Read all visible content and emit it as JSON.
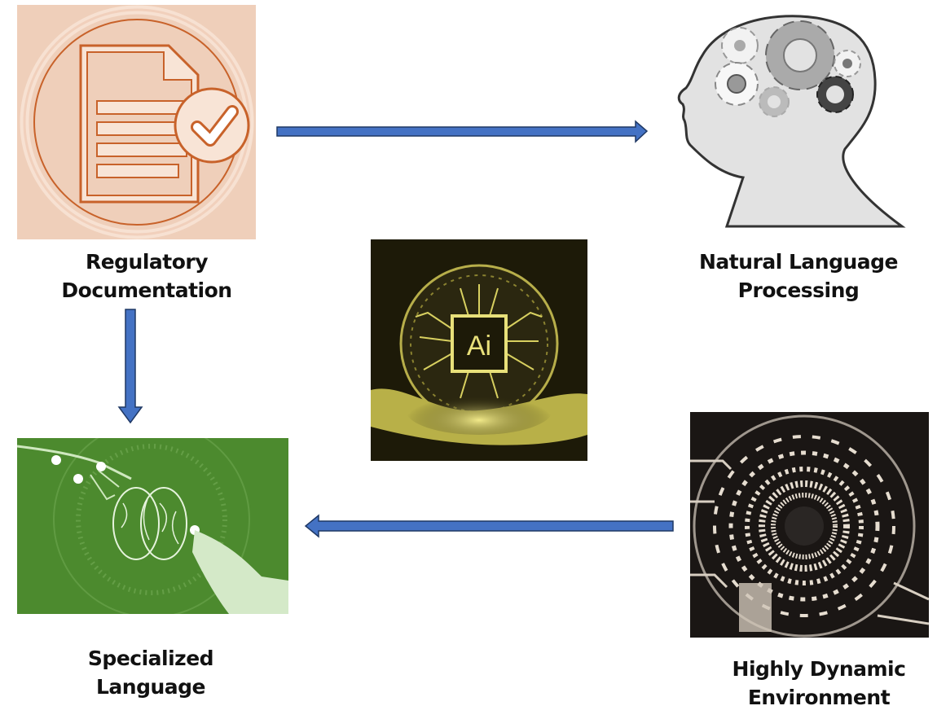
{
  "diagram": {
    "nodes": [
      {
        "id": "regulatory-documentation",
        "label_lines": [
          "Regulatory",
          "Documentation"
        ],
        "image": "document-checkmark-icon"
      },
      {
        "id": "natural-language-processing",
        "label_lines": [
          "Natural Language",
          "Processing"
        ],
        "image": "head-with-gears-icon"
      },
      {
        "id": "ai-center",
        "label_lines": [],
        "image": "ai-chip-hand-icon",
        "image_text": "Ai"
      },
      {
        "id": "specialized-language",
        "label_lines": [
          "Specialized",
          "Language"
        ],
        "image": "brain-touch-icon"
      },
      {
        "id": "highly-dynamic-environment",
        "label_lines": [
          "Highly Dynamic",
          "Environment"
        ],
        "image": "circuit-tunnel-icon"
      }
    ],
    "edges": [
      {
        "from": "regulatory-documentation",
        "to": "natural-language-processing",
        "direction": "right"
      },
      {
        "from": "regulatory-documentation",
        "to": "specialized-language",
        "direction": "down"
      },
      {
        "from": "highly-dynamic-environment",
        "to": "specialized-language",
        "direction": "left"
      }
    ],
    "colors": {
      "arrow_fill": "#4472c4",
      "arrow_stroke": "#1f3864",
      "doc_bg": "#efcfba",
      "doc_stroke": "#c8622a",
      "doc_light": "#f8e4d6",
      "head_fill": "#e2e2e2",
      "head_stroke": "#333333",
      "ai_bg": "#1d1a08",
      "ai_glow": "#e8e07a",
      "spec_bg": "#4c8a2e",
      "spec_light": "#cfe8bf",
      "dyn_bg": "#1a1614",
      "dyn_light": "#e6ddd0",
      "label_text": "#111111"
    }
  }
}
